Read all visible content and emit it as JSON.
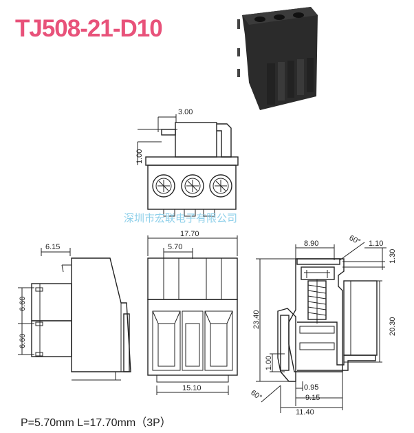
{
  "title": "TJ508-21-D10",
  "spec_line": "P=5.70mm  L=17.70mm（3P）",
  "watermark": "深圳市宏联电子有限公司",
  "dimensions": {
    "top_width": "3.00",
    "top_height": "1.00",
    "side_width": "6.15",
    "pin_spacing_a": "6.60",
    "pin_spacing_b": "6.60",
    "total_width": "17.70",
    "pitch": "5.70",
    "bottom_width": "15.10",
    "right_top": "8.90",
    "right_angle_top": "60°",
    "right_small": "1.10",
    "right_130": "1.30",
    "right_height": "23.40",
    "right_2030": "20.30",
    "right_100": "1.00",
    "right_095": "0.95",
    "right_915": "9.15",
    "right_1140": "11.40",
    "right_angle_bottom": "60°"
  },
  "colors": {
    "title": "#e8527a",
    "watermark": "#8fd0ea"
  }
}
